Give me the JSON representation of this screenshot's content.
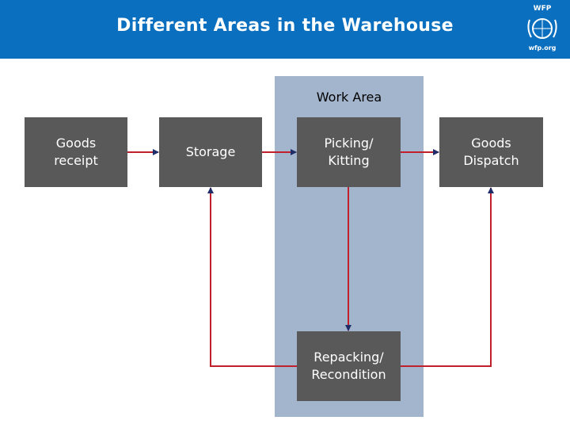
{
  "header": {
    "title": "Different Areas in the Warehouse",
    "logo_top": "WFP",
    "logo_bottom": "wfp.org"
  },
  "work_area": {
    "label": "Work Area"
  },
  "boxes": {
    "goods_receipt": "Goods\nreceipt",
    "storage": "Storage",
    "picking": "Picking/\nKitting",
    "dispatch": "Goods\nDispatch",
    "repacking": "Repacking/\nRecondition"
  },
  "colors": {
    "header": "#0a6fbf",
    "box": "#595959",
    "work_area": "#a3b5cc",
    "arrow": "#c0202c"
  }
}
